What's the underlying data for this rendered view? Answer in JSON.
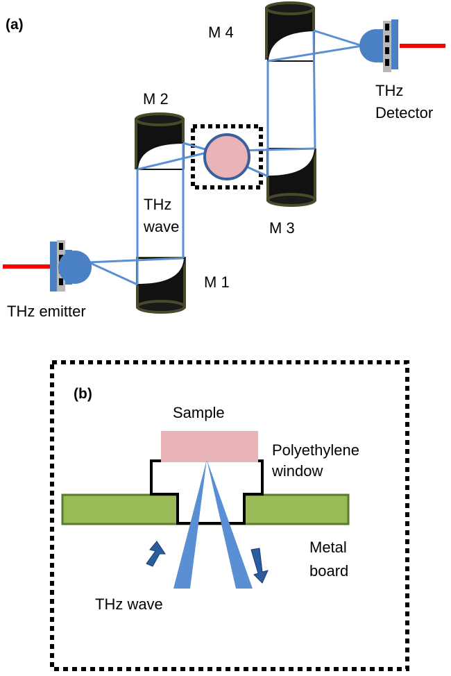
{
  "panel_a": {
    "label": "(a)",
    "mirrors": {
      "m1": "M 1",
      "m2": "M 2",
      "m3": "M 3",
      "m4": "M 4"
    },
    "wave_label": [
      "THz",
      "wave"
    ],
    "detector_label": [
      "THz",
      "Detector"
    ],
    "emitter_label": "THz emitter"
  },
  "panel_b": {
    "label": "(b)",
    "sample": "Sample",
    "window_label": [
      "Polyethylene",
      "window"
    ],
    "board_label": [
      "Metal",
      "board"
    ],
    "wave_label": "THz wave"
  },
  "colors": {
    "beam": "#5b8fd4",
    "laser": "#ff0000",
    "mirror_body": "#111111",
    "mirror_rim": "#4a4a2a",
    "sample": "#e8b4b8",
    "board": "#9bbb59",
    "board_edge": "#5a7a2c",
    "device": "#4a80c4",
    "arrow": "#2a5d9f"
  }
}
